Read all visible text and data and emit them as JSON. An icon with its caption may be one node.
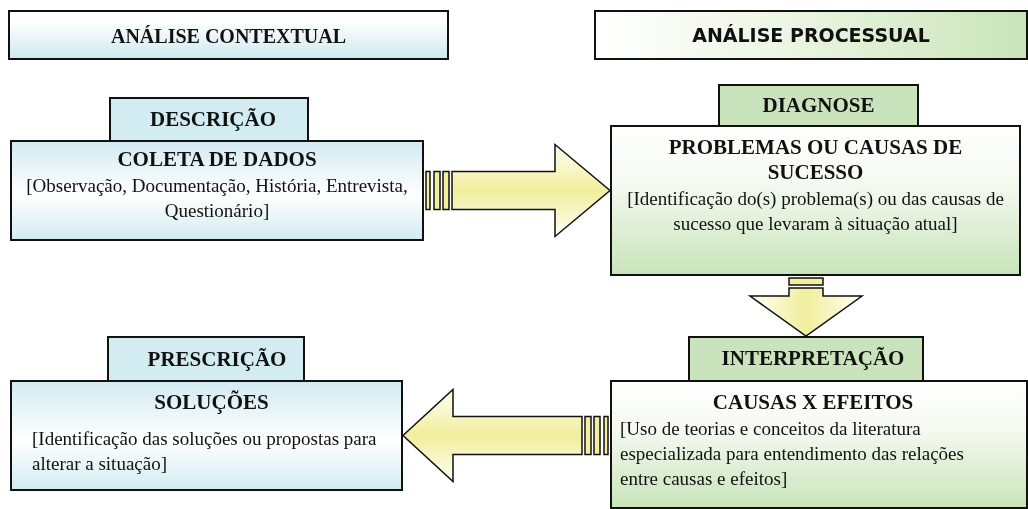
{
  "diagram": {
    "nodes": [
      {
        "text": [
          "ANÁLISE CONTEXTUAL"
        ]
      },
      {
        "text": [
          "ANÁLISE  PROCESSUAL"
        ]
      },
      {
        "text": [
          "DESCRIÇÃO"
        ]
      },
      {
        "text": [
          "COLETA DE DADOS",
          "[Observação, Documentação, História, Entrevista, Questionário]"
        ]
      },
      {
        "text": [
          "DIAGNOSE"
        ]
      },
      {
        "text": [
          "PROBLEMAS OU CAUSAS DE SUCESSO",
          "[Identificação do(s) problema(s) ou das causas de sucesso que levaram à situação atual]"
        ]
      },
      {
        "text": [
          "INTERPRETAÇÃO"
        ]
      },
      {
        "text": [
          "CAUSAS X EFEITOS",
          "[Uso de teorias e conceitos da literatura especializada para entendimento das relações entre causas e efeitos]"
        ]
      },
      {
        "text": [
          "PRESCRIÇÃO"
        ]
      },
      {
        "text": [
          "SOLUÇÕES",
          "[Identificação das soluções ou propostas para alterar a situação]"
        ]
      }
    ],
    "edges": [
      {
        "from": 3,
        "to": 5,
        "arrow": "to"
      },
      {
        "from": 5,
        "to": 6,
        "arrow": "to"
      },
      {
        "from": 7,
        "to": 9,
        "arrow": "to"
      }
    ]
  }
}
